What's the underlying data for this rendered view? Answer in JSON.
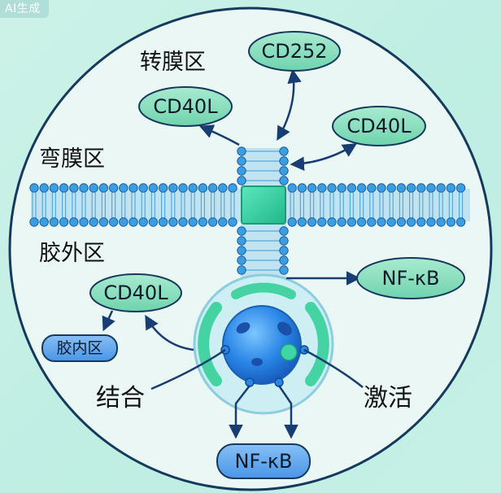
{
  "watermark": "AI生成",
  "regions": {
    "transmembrane": "转膜区",
    "curved_membrane": "弯膜区",
    "extracellular": "胶外区"
  },
  "pills": {
    "cd252": "CD252",
    "cd40l_top_left": "CD40L",
    "cd40l_top_right": "CD40L",
    "cd40l_left": "CD40L",
    "nfkb_right": "NF-κB",
    "nfkb_bottom": "NF-κB",
    "intracellular": "胶内区"
  },
  "annotations": {
    "binding": "结合",
    "activation": "激活"
  },
  "colors": {
    "circle_bg": "#e9f7f4",
    "membrane_head": "#3a9ee0",
    "receptor_core": "#2ad3a0",
    "nucleus": "#2a86e6",
    "pill_green": "#8fe0c0",
    "pill_blue": "#5ea8ef",
    "arrow": "#173d72"
  }
}
